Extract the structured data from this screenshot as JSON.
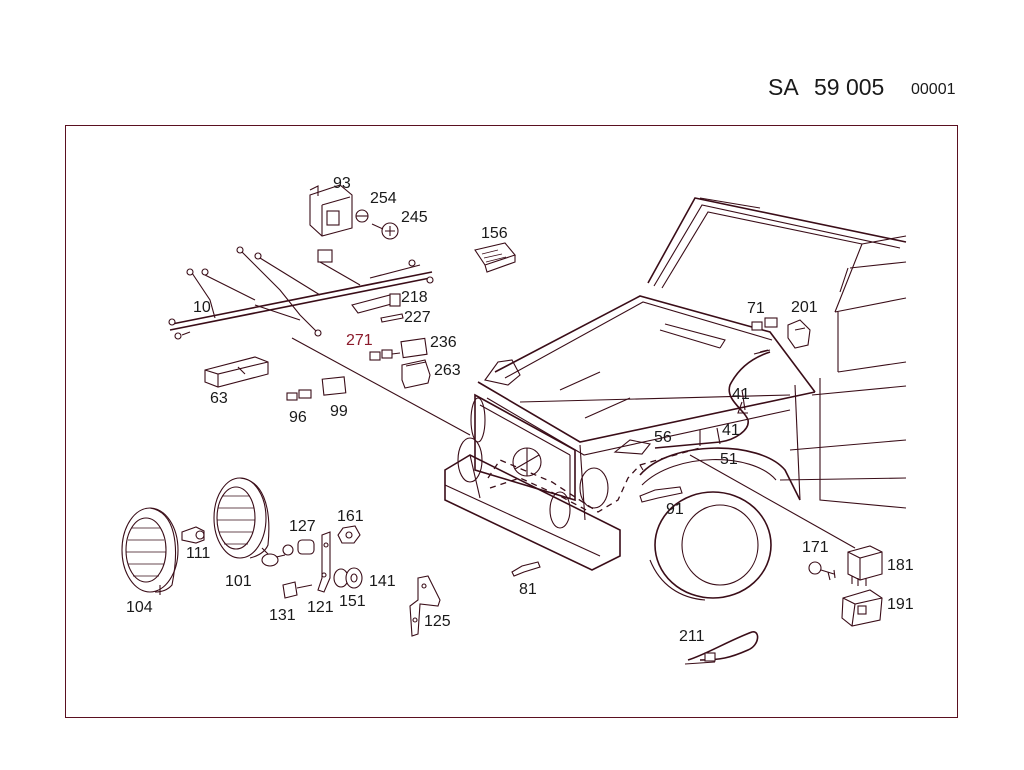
{
  "header": {
    "prefix": "SA",
    "number": "59 005",
    "sheet": "00001"
  },
  "labels": {
    "p10": "10",
    "p41a": "41",
    "p41b": "41",
    "p51": "51",
    "p56": "56",
    "p63": "63",
    "p71": "71",
    "p81": "81",
    "p91": "91",
    "p93": "93",
    "p96": "96",
    "p99": "99",
    "p101": "101",
    "p104": "104",
    "p111": "111",
    "p121": "121",
    "p125": "125",
    "p127": "127",
    "p131": "131",
    "p141": "141",
    "p151": "151",
    "p156": "156",
    "p161": "161",
    "p171": "171",
    "p181": "181",
    "p191": "191",
    "p201": "201",
    "p211": "211",
    "p218": "218",
    "p227": "227",
    "p236": "236",
    "p245": "245",
    "p254": "254",
    "p263": "263",
    "p271": "271"
  },
  "colors": {
    "frame": "#5a1020",
    "line": "#3a0d18",
    "accent_label": "#8b1a2b",
    "text": "#1a1a1a"
  }
}
